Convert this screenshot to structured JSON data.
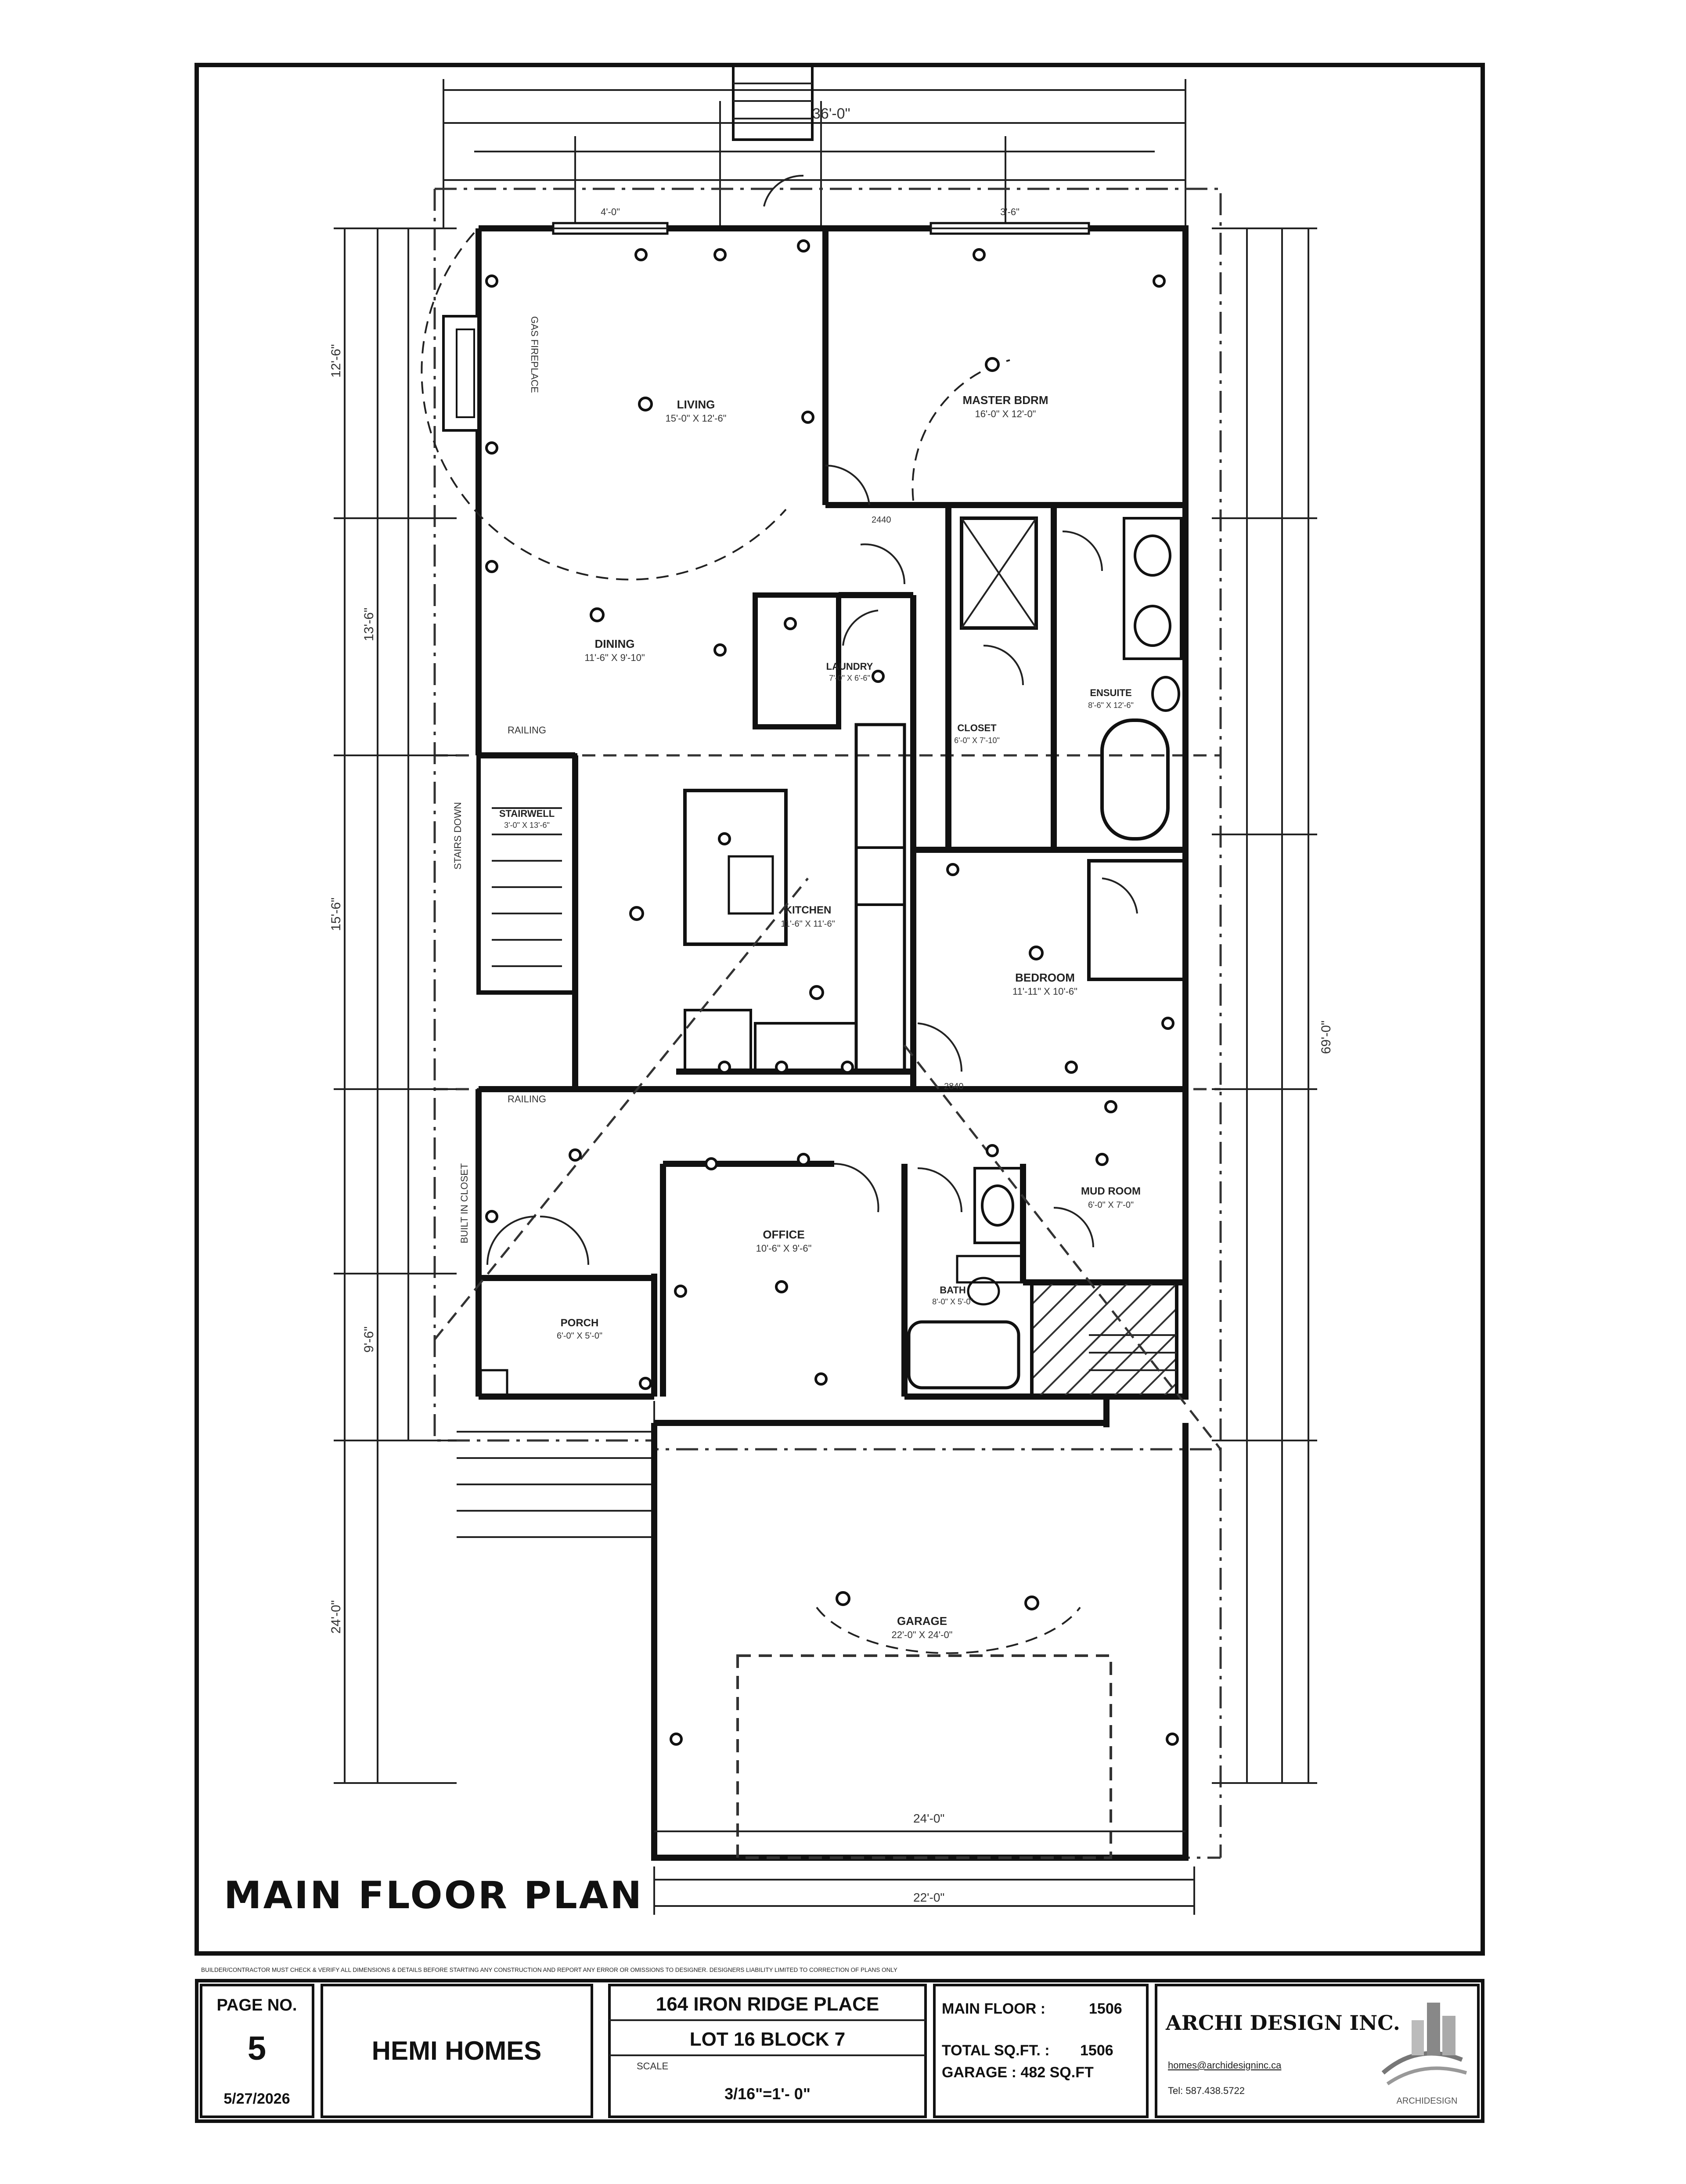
{
  "plan": {
    "title": "MAIN FLOOR PLAN",
    "disclaimer": "BUILDER/CONTRACTOR MUST CHECK & VERIFY ALL DIMENSIONS & DETAILS BEFORE STARTING ANY CONSTRUCTION AND REPORT ANY ERROR OR OMISSIONS TO DESIGNER. DESIGNERS LIABILITY LIMITED TO CORRECTION OF PLANS ONLY",
    "rooms": {
      "living": {
        "name": "LIVING",
        "size": "15'-0\" X 12'-6\""
      },
      "master": {
        "name": "MASTER BDRM",
        "size": "16'-0\" X 12'-0\""
      },
      "dining": {
        "name": "DINING",
        "size": "11'-6\" X 9'-10\""
      },
      "laundry": {
        "name": "LAUNDRY",
        "size": "7'-0\" X 6'-6\""
      },
      "closet": {
        "name": "CLOSET",
        "size": "6'-0\" X 7'-10\""
      },
      "ensuite": {
        "name": "ENSUITE",
        "size": "8'-6\" X 12'-6\""
      },
      "stairwell": {
        "name": "STAIRWELL",
        "size": "3'-0\" X 13'-6\""
      },
      "kitchen": {
        "name": "KITCHEN",
        "size": "11'-6\" X 11'-6\""
      },
      "bedroom": {
        "name": "BEDROOM",
        "size": "11'-11\" X 10'-6\""
      },
      "office": {
        "name": "OFFICE",
        "size": "10'-6\" X 9'-6\""
      },
      "bath": {
        "name": "BATH",
        "size": "8'-0\" X 5'-0\""
      },
      "mudroom": {
        "name": "MUD ROOM",
        "size": "6'-0\" X 7'-0\""
      },
      "porch": {
        "name": "PORCH",
        "size": "6'-0\" X 5'-0\""
      },
      "garage": {
        "name": "GARAGE",
        "size": "22'-0\" X 24'-0\""
      }
    },
    "notes": {
      "gas_fireplace": "GAS FIREPLACE",
      "railing_top": "RAILING",
      "railing_bottom": "RAILING",
      "built_in_closet": "BUILT IN CLOSET",
      "stairs_down": "STAIRS DOWN"
    },
    "dims": {
      "top_overall": "36'-0\"",
      "right_overall": "69'-0\"",
      "bottom_overall": "22'-0\"",
      "garage_width": "24'-0\"",
      "door_2440": "2440",
      "door_2840": "2840",
      "window_left": "4'-0\"",
      "window_right": "3'-6\"",
      "side_1": "12'-6\"",
      "side_2": "15'-6\"",
      "side_3": "13'-6\"",
      "side_4": "9'-6\"",
      "side_5": "24'-0\""
    }
  },
  "title_block": {
    "page_label": "PAGE NO.",
    "page_number": "5",
    "date": "5/27/2026",
    "builder": "HEMI  HOMES",
    "address": "164 IRON RIDGE PLACE",
    "lot": "LOT 16  BLOCK 7",
    "scale_label": "SCALE",
    "scale": "3/16\"=1'- 0\"",
    "main_floor_label": "MAIN FLOOR :",
    "main_floor_value": "1506",
    "total_label": "TOTAL SQ.FT. :",
    "total_value": "1506",
    "garage": "GARAGE : 482 SQ.FT",
    "firm": "ARCHI DESIGN INC.",
    "email": "homes@archidesigninc.ca",
    "phone": "Tel: 587.438.5722",
    "logo_text": "ARCHIDESIGN"
  },
  "colors": {
    "ink": "#111111",
    "paper": "#ffffff",
    "hatch": "#333333"
  }
}
